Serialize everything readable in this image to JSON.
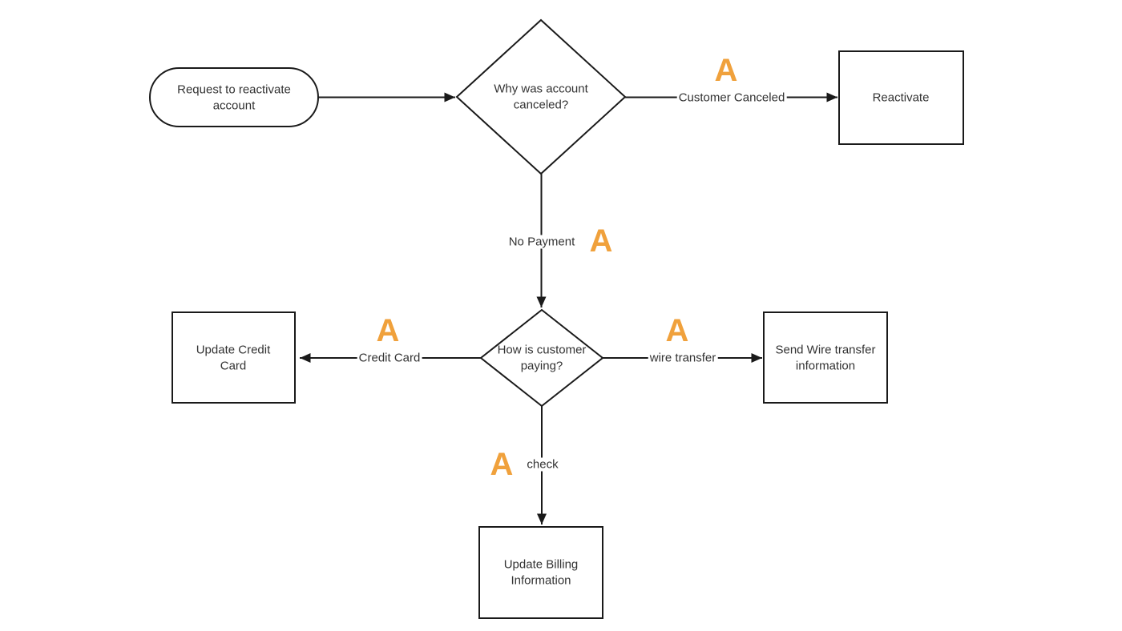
{
  "colors": {
    "background": "#ffffff",
    "stroke": "#1a1a1a",
    "text": "#333333",
    "hotspot_orange": "#F0A13C"
  },
  "nodes": {
    "start": {
      "label": "Request to reactivate account"
    },
    "why_canceled": {
      "label": "Why was account canceled?"
    },
    "reactivate": {
      "label": "Reactivate"
    },
    "how_paying": {
      "label": "How is customer paying?"
    },
    "update_credit_card": {
      "label": "Update Credit Card"
    },
    "send_wire": {
      "label": "Send Wire transfer information"
    },
    "update_billing": {
      "label": "Update Billing Information"
    }
  },
  "edges": {
    "customer_canceled": {
      "label": "Customer Canceled",
      "hotspot": "A"
    },
    "no_payment": {
      "label": "No Payment",
      "hotspot": "A"
    },
    "credit_card": {
      "label": "Credit Card",
      "hotspot": "A"
    },
    "wire_transfer": {
      "label": "wire transfer",
      "hotspot": "A"
    },
    "check": {
      "label": "check",
      "hotspot": "A"
    }
  }
}
